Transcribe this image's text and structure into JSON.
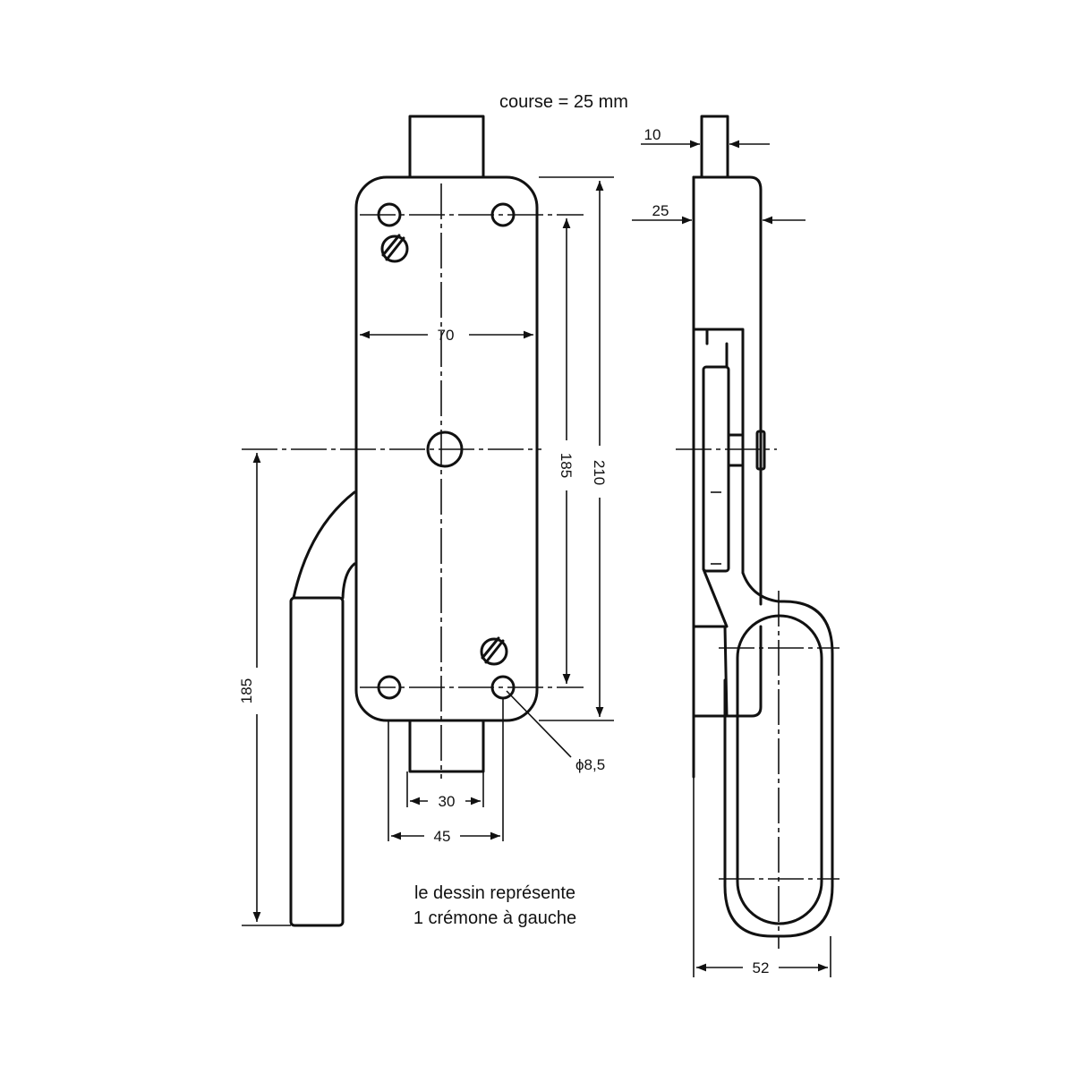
{
  "title": "course = 25 mm",
  "note": {
    "line1": "le dessin représente",
    "line2": "1 crémone à gauche"
  },
  "dimensions": {
    "plate_width": "70",
    "hole_spacing": "185",
    "plate_height": "210",
    "handle_height": "185",
    "rod_width": "30",
    "rod_hole_offset": "45",
    "hole_diameter": "ϕ8,5",
    "rod_thickness": "10",
    "body_depth": "25",
    "handle_depth": "52"
  }
}
